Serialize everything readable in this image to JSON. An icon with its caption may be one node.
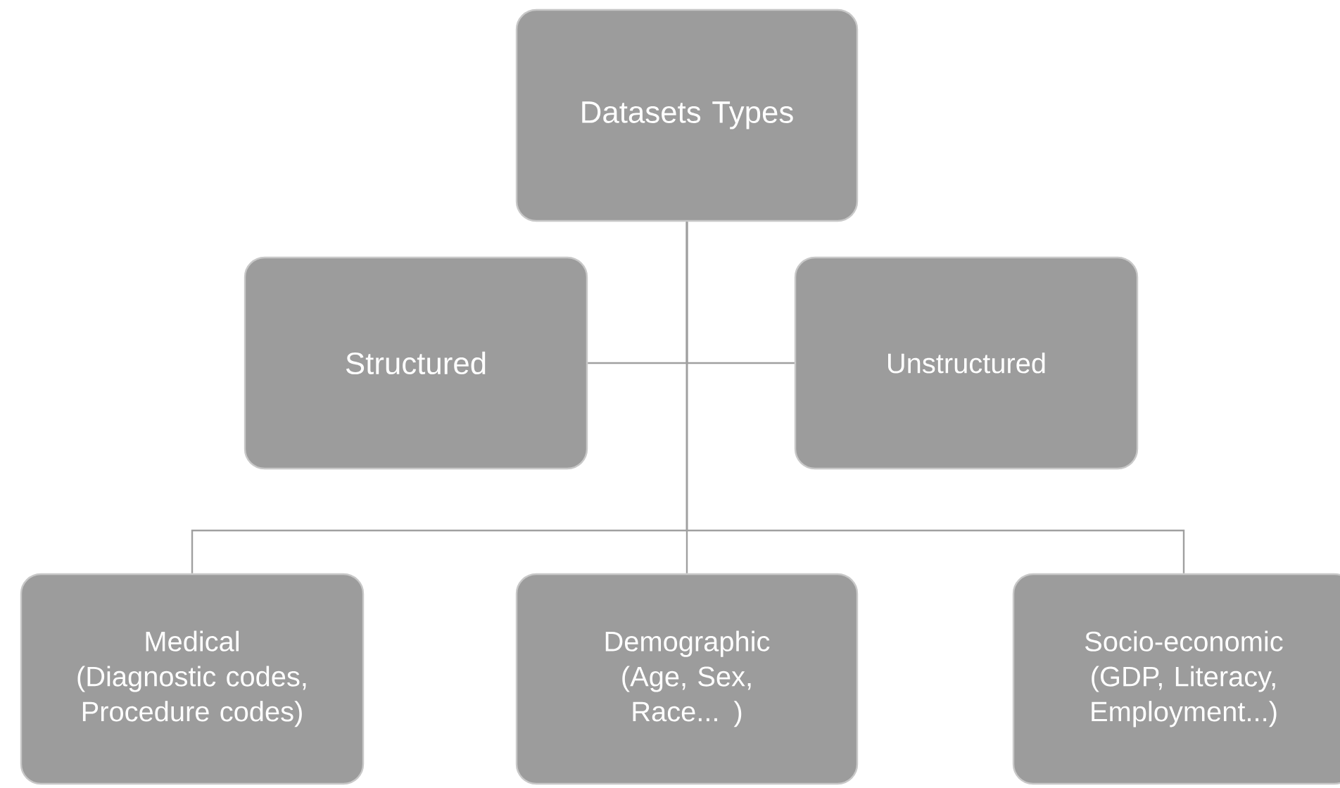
{
  "diagram": {
    "nodes": [
      {
        "text": [
          "Datasets Types"
        ]
      },
      {
        "text": [
          "Structured"
        ]
      },
      {
        "text": [
          "Unstructured"
        ]
      },
      {
        "text": [
          "Medical (Diagnostic codes, Procedure codes)"
        ]
      },
      {
        "text": [
          "Demographic (Age, Sex, Race... )"
        ]
      },
      {
        "text": [
          "Socio-economic (GDP, Literacy, Employment...)"
        ]
      }
    ],
    "edges": [
      {
        "from": 0,
        "to": 1,
        "arrow": "none"
      },
      {
        "from": 0,
        "to": 2,
        "arrow": "none"
      },
      {
        "from": 0,
        "to": 3,
        "arrow": "none"
      },
      {
        "from": 0,
        "to": 4,
        "arrow": "none"
      },
      {
        "from": 0,
        "to": 5,
        "arrow": "none"
      }
    ]
  }
}
